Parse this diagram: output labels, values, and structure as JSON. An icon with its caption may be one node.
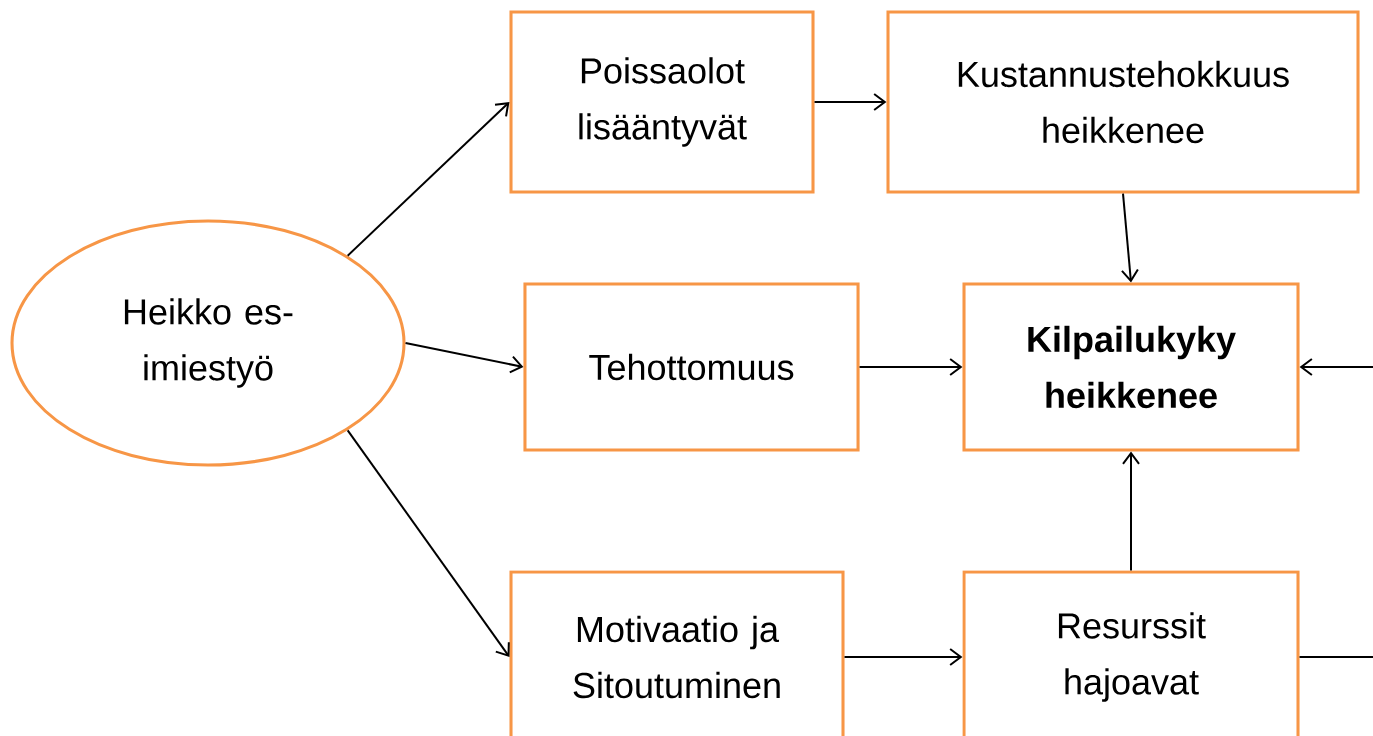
{
  "diagram": {
    "nodes": [
      {
        "text": [
          "Heikko es- imiestyö"
        ]
      },
      {
        "text": [
          "Poissaolot lisääntyvät"
        ]
      },
      {
        "text": [
          "Kustannustehokkuus heikkenee"
        ]
      },
      {
        "text": [
          "Tehottomuus"
        ]
      },
      {
        "text": [
          "Kilpailukyky heikkenee"
        ]
      },
      {
        "text": [
          "Motivaatio ja Sitoutuminen"
        ]
      },
      {
        "text": [
          "Resurssit hajoavat"
        ]
      }
    ],
    "edges": [
      {
        "from": 0,
        "to": 1,
        "arrow": "to"
      },
      {
        "from": 1,
        "to": 2,
        "arrow": "to"
      },
      {
        "from": 2,
        "to": 4,
        "arrow": "to"
      },
      {
        "from": 0,
        "to": 3,
        "arrow": "to"
      },
      {
        "from": 3,
        "to": 4,
        "arrow": "to"
      },
      {
        "from": 0,
        "to": 5,
        "arrow": "to"
      },
      {
        "from": 5,
        "to": 6,
        "arrow": "to"
      },
      {
        "from": 6,
        "to": 4,
        "arrow": "to"
      },
      {
        "from": 6,
        "to": 4,
        "arrow": "to"
      }
    ]
  }
}
